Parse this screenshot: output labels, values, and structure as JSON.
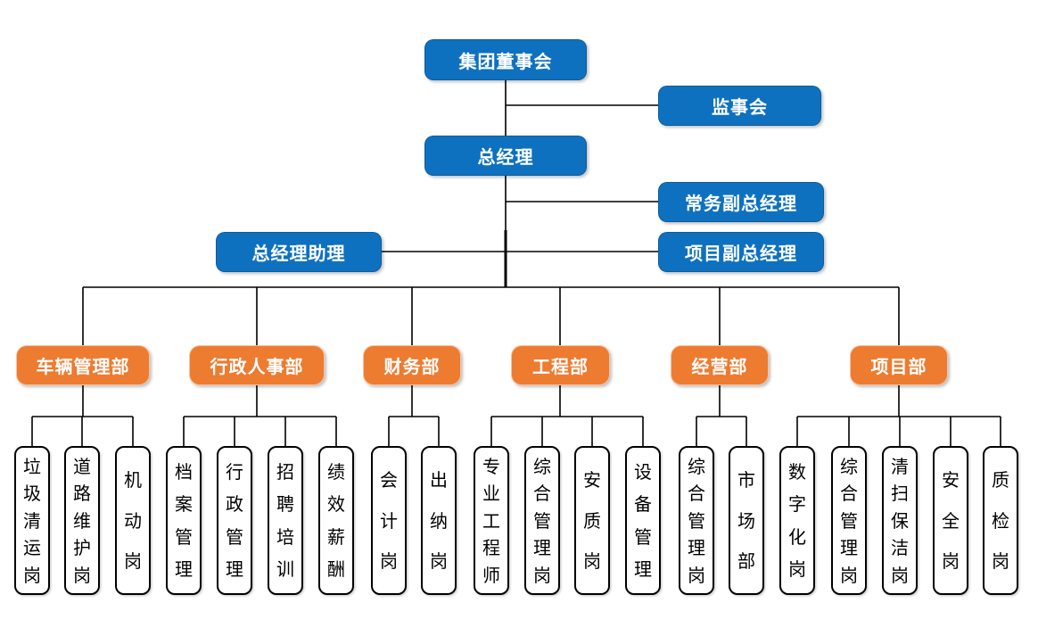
{
  "executives": {
    "board": "集团董事会",
    "supervisory_board": "监事会",
    "general_manager": "总经理",
    "executive_deputy_gm": "常务副总经理",
    "gm_assistant": "总经理助理",
    "project_deputy_gm": "项目副总经理"
  },
  "departments": [
    {
      "label": "车辆管理部",
      "posts": [
        "垃圾清运岗",
        "道路维护岗",
        "机动岗"
      ]
    },
    {
      "label": "行政人事部",
      "posts": [
        "档案管理",
        "行政管理",
        "招聘培训",
        "绩效薪酬"
      ]
    },
    {
      "label": "财务部",
      "posts": [
        "会计岗",
        "出纳岗"
      ]
    },
    {
      "label": "工程部",
      "posts": [
        "专业工程师",
        "综合管理岗",
        "安质岗",
        "设备管理"
      ]
    },
    {
      "label": "经营部",
      "posts": [
        "综合管理岗",
        "市场部"
      ]
    },
    {
      "label": "项目部",
      "posts": [
        "数字化岗",
        "综合管理岗",
        "清扫保洁岗",
        "安全岗",
        "质检岗"
      ]
    }
  ],
  "colors": {
    "executive_node": "#0E71C0",
    "department_node": "#ED7B30",
    "post_node_bg": "#FFFFFF",
    "post_node_border": "#000000",
    "post_text": "#000000",
    "connector": "#000000",
    "node_text": "#FFFFFF"
  }
}
